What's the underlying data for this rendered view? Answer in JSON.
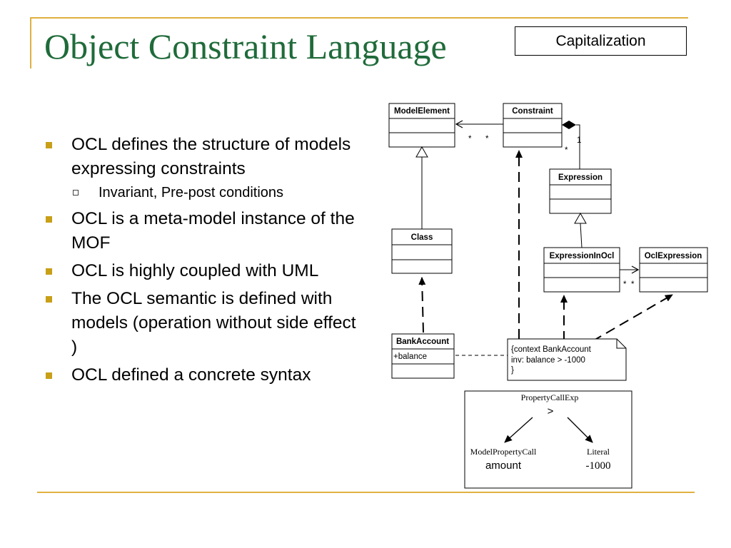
{
  "slide": {
    "title": "Object Constraint Language",
    "tag": "Capitalization",
    "bullets": [
      "OCL defines the structure of models expressing constraints",
      "OCL is a meta-model instance of the MOF",
      "OCL is highly coupled with UML",
      "The OCL semantic is defined with models (operation without side effect )",
      "OCL defined a concrete syntax"
    ],
    "sub_bullet": "Invariant, Pre-post conditions"
  },
  "diagram": {
    "classes": {
      "model_element": "ModelElement",
      "constraint": "Constraint",
      "expression": "Expression",
      "klass": "Class",
      "expression_in_ocl": "ExpressionInOcl",
      "ocl_expression": "OclExpression",
      "bank_account": "BankAccount"
    },
    "bank_attr": "+balance",
    "multiplicity": {
      "star": "*",
      "one": "1"
    },
    "note_lines": [
      "{context BankAccount",
      "inv: balance > -1000",
      "}"
    ],
    "tree": {
      "root": "PropertyCallExp",
      "op": ">",
      "left_type": "ModelPropertyCall",
      "left_value": "amount",
      "right_type": "Literal",
      "right_value": "-1000"
    }
  },
  "colors": {
    "title": "#1F6B3A",
    "rule": "#E0B040",
    "bullet": "#C8A018"
  }
}
